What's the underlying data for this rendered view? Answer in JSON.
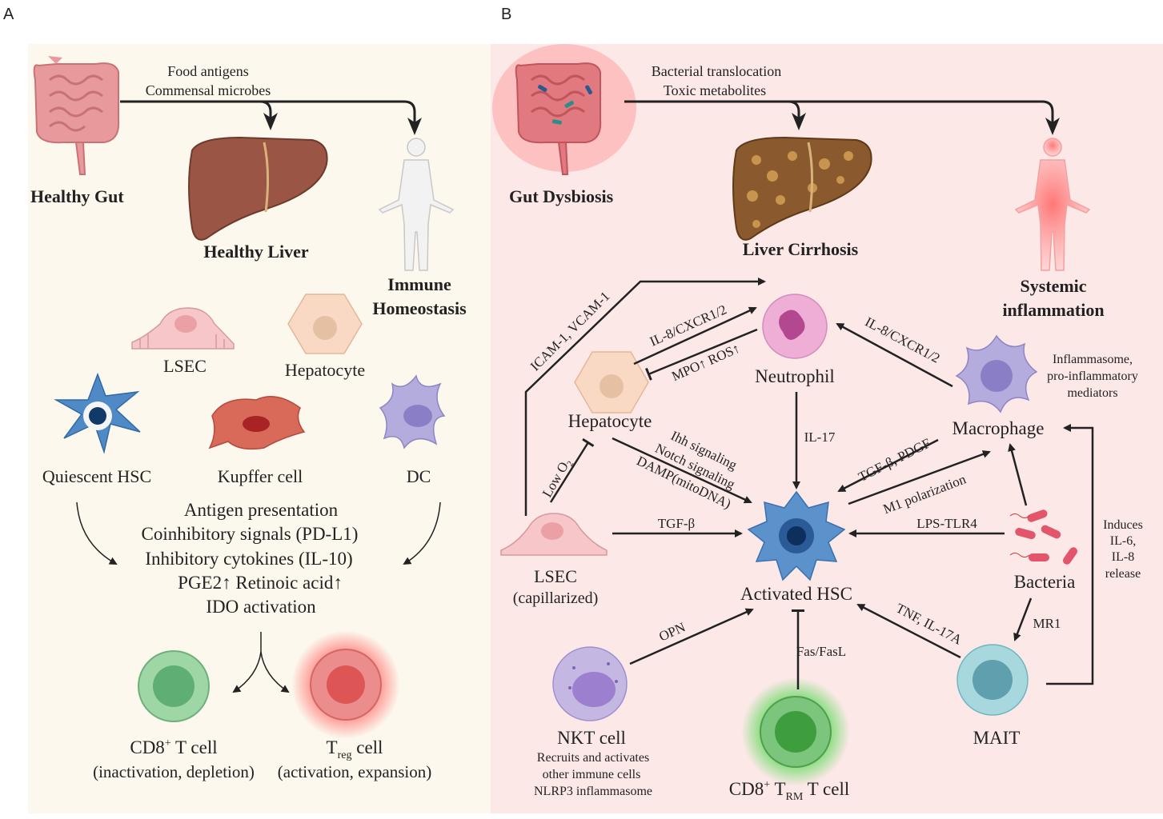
{
  "panel_a": {
    "letter": "A",
    "input_line1": "Food antigens",
    "input_line2": "Commensal microbes",
    "healthy_gut": "Healthy Gut",
    "healthy_liver": "Healthy Liver",
    "immune_line1": "Immune",
    "immune_line2": "Homeostasis",
    "lsec": "LSEC",
    "hepatocyte": "Hepatocyte",
    "quiescent_hsc": "Quiescent HSC",
    "kupffer": "Kupffer cell",
    "dc": "DC",
    "mechanisms": [
      "Antigen presentation",
      "Coinhibitory signals (PD-L1)",
      "Inhibitory cytokines (IL-10)",
      "PGE2↑ Retinoic acid↑",
      "IDO activation"
    ],
    "cd8_main": "CD8",
    "cd8_sup": "+",
    "cd8_rest": " T cell",
    "cd8_sub": "(inactivation, depletion)",
    "treg_main": "T",
    "treg_subscript": "reg",
    "treg_rest": " cell",
    "treg_sub": "(activation, expansion)"
  },
  "panel_b": {
    "letter": "B",
    "input_line1": "Bacterial translocation",
    "input_line2": "Toxic metabolites",
    "gut_dysbiosis": "Gut Dysbiosis",
    "liver_cirrhosis": "Liver Cirrhosis",
    "systemic_line1": "Systemic",
    "systemic_line2": "inflammation",
    "neutrophil": "Neutrophil",
    "hepatocyte": "Hepatocyte",
    "macrophage": "Macrophage",
    "macrophage_note": [
      "Inflammasome,",
      "pro-inflammatory",
      "mediators"
    ],
    "lsec_line1": "LSEC",
    "lsec_line2": "(capillarized)",
    "activated_hsc": "Activated HSC",
    "bacteria": "Bacteria",
    "nkt": "NKT cell",
    "nkt_note": [
      "Recruits and activates",
      "other immune cells",
      "NLRP3 inflammasome"
    ],
    "cd8trm_main": "CD8",
    "cd8trm_sup": "+",
    "cd8trm_t": " T",
    "cd8trm_sub": "RM",
    "cd8trm_rest": " T cell",
    "mait": "MAIT",
    "edges": {
      "icam": "ICAM-1, VCAM-1",
      "il8_hep": "IL-8/CXCR1/2",
      "mpo_ros": "MPO↑ ROS↑",
      "il8_mac": "IL-8/CXCR1/2",
      "il17": "IL-17",
      "ihh": "Ihh signaling",
      "notch": "Notch signaling",
      "damp": "DAMP(mitoDNA)",
      "low_o2_main": "Low O",
      "low_o2_sub": "2",
      "tgfb_lsec": "TGF-β",
      "tgfb_pdgf": "TGF-β, PDGF",
      "m1": "M1 polarization",
      "lps": "LPS-TLR4",
      "induces": [
        "Induces",
        "IL-6,",
        "IL-8",
        "release"
      ],
      "mr1": "MR1",
      "tnf": "TNF, IL-17A",
      "opn": "OPN",
      "fas": "Fas/FasL"
    }
  }
}
